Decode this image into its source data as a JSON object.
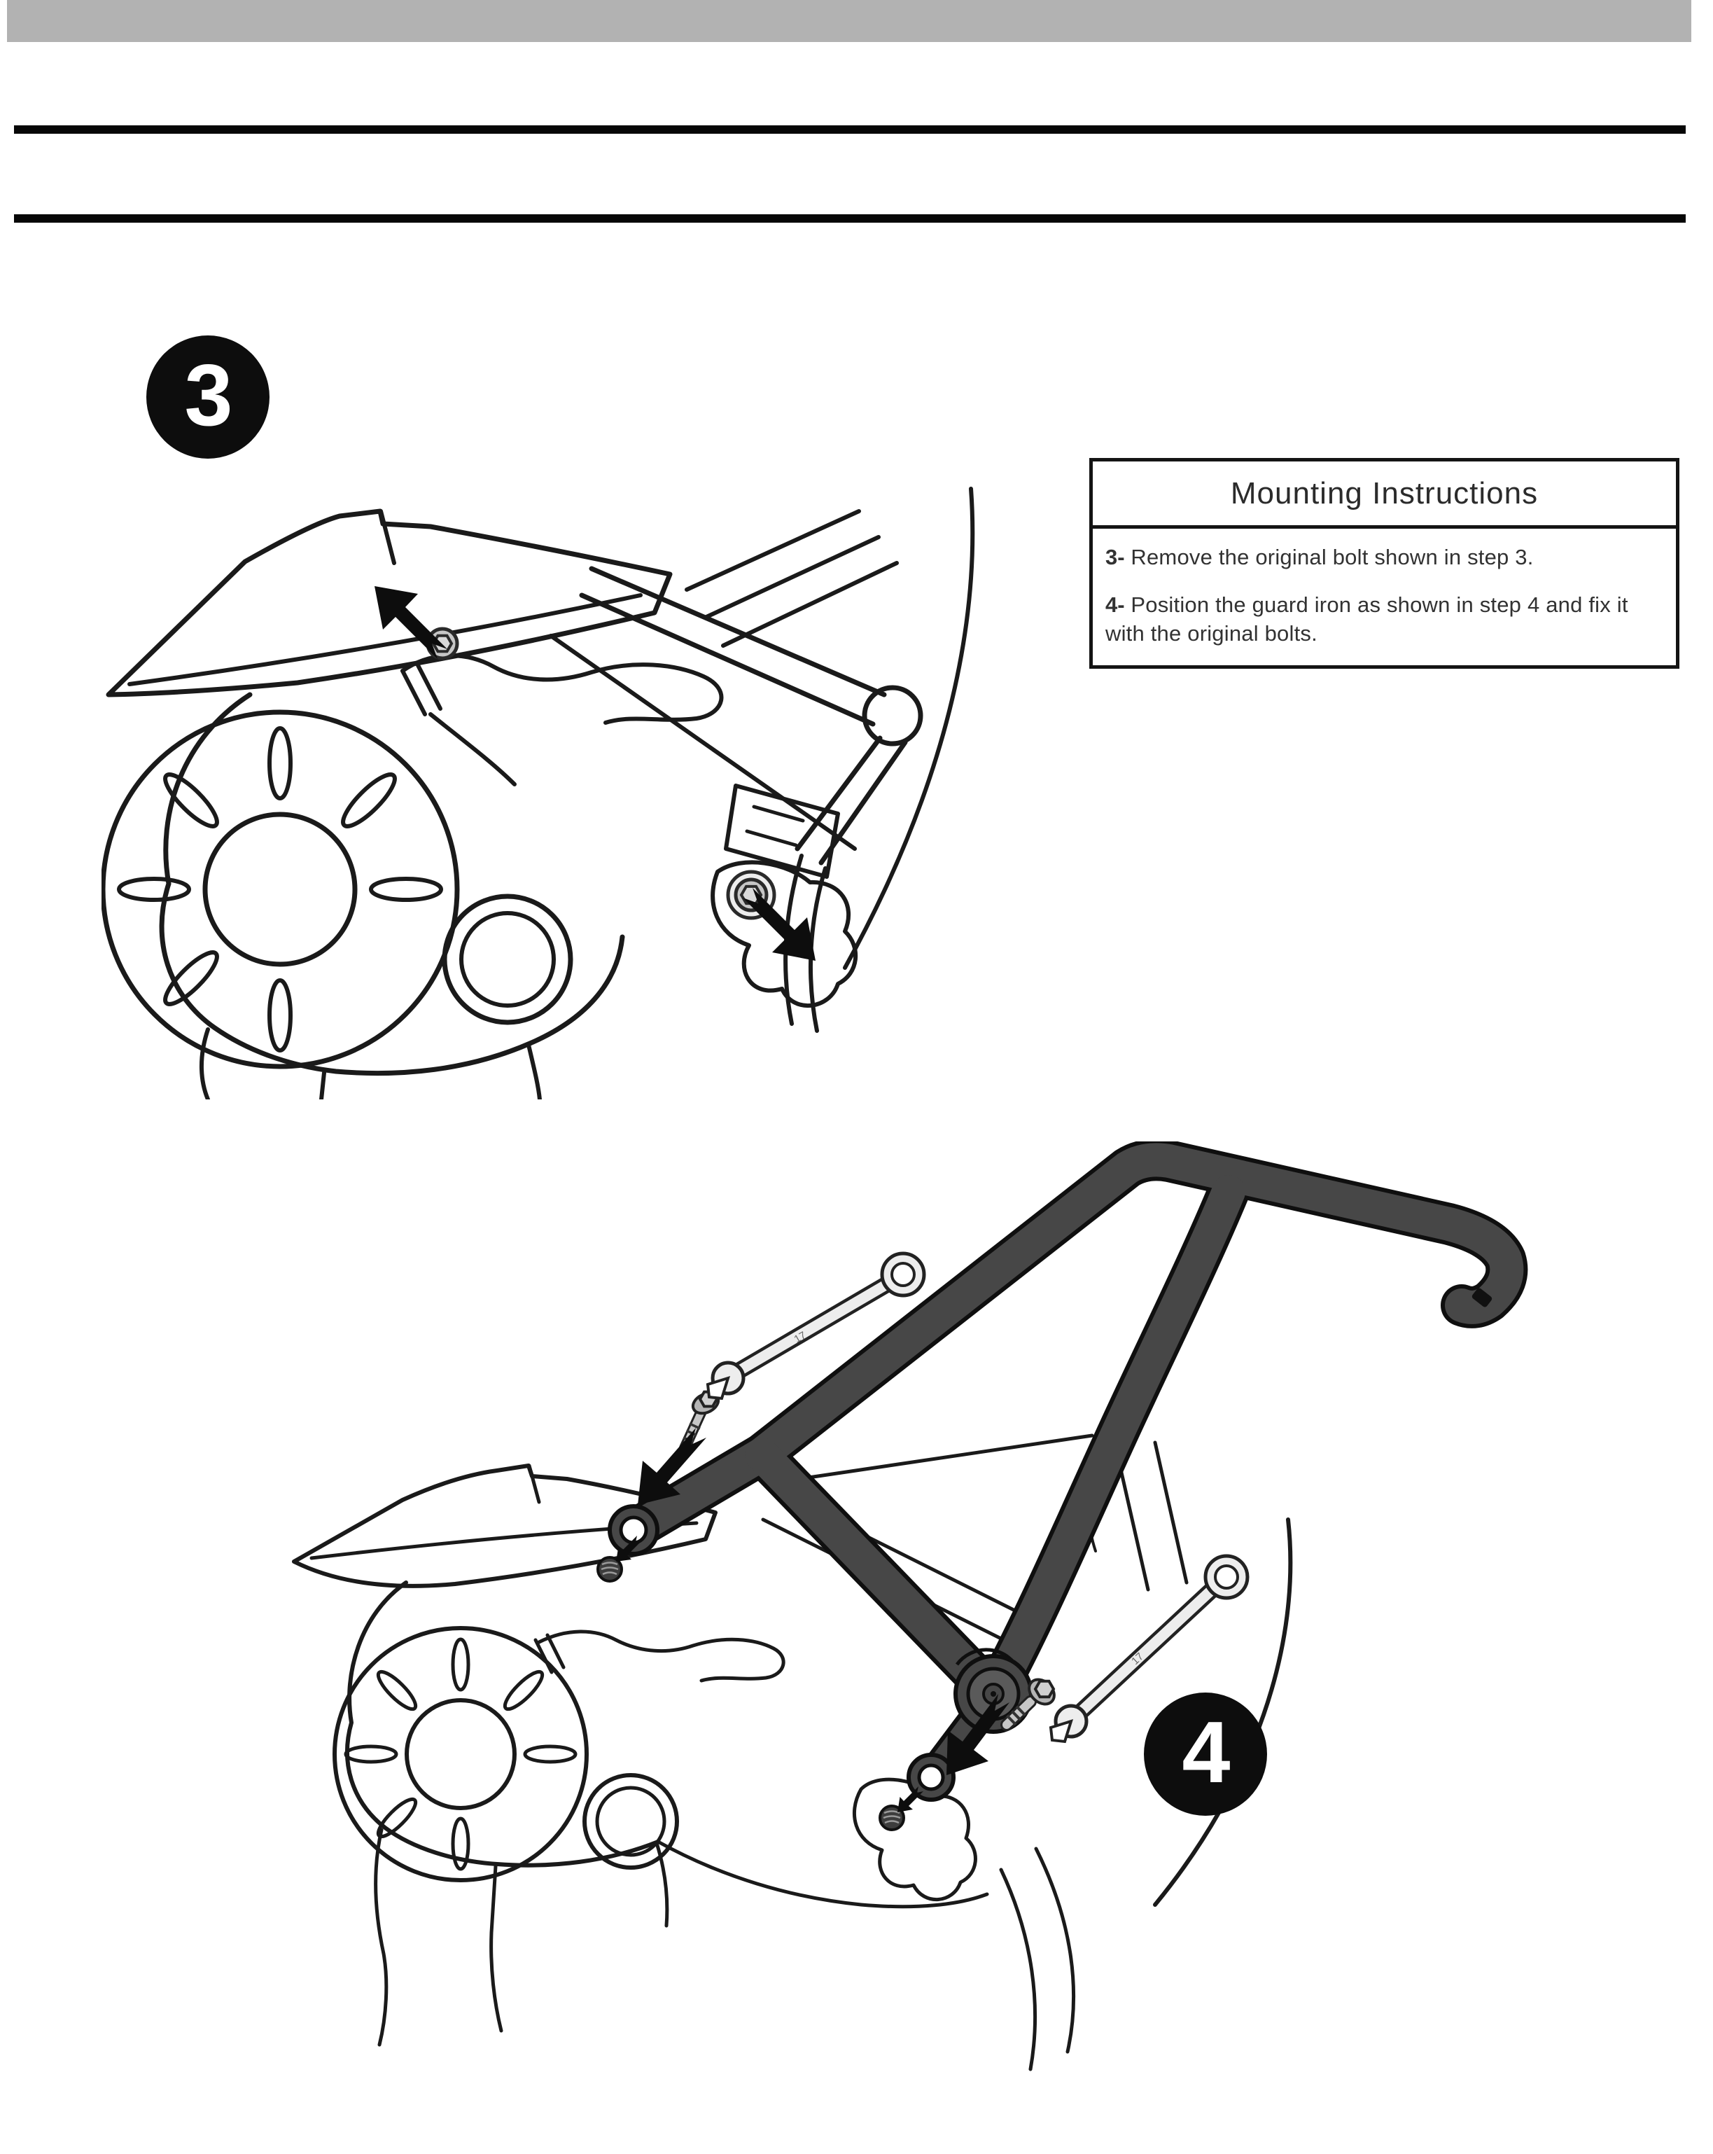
{
  "badges": {
    "step3": "3",
    "step4": "4"
  },
  "instruction_box": {
    "title": "Mounting Instructions",
    "steps": [
      {
        "label": "3-",
        "text": "Remove the original bolt shown in step 3."
      },
      {
        "label": "4-",
        "text": "Position the guard iron as shown in step 4 and fix it with the original bolts."
      }
    ]
  },
  "illustration_step3": {
    "description": "Engine side view with two original hex bolts marked by black arrows"
  },
  "illustration_step4": {
    "description": "Guard iron positioned on engine, fixed with original bolts using two wrenches",
    "wrench_marking": "17"
  },
  "colors": {
    "top_bar": "#b2b2b2",
    "header_rule": "#070707",
    "line_art": "#1a1a1a",
    "guard_iron": "#474747",
    "badge_background": "#0d0d0d",
    "badge_text": "#ffffff",
    "bolt_gray": "#c6c6c6",
    "bolt_hex_gray": "#d9d9d9",
    "wrench_gray": "#ededed",
    "arrow_black": "#0d0d0d"
  }
}
